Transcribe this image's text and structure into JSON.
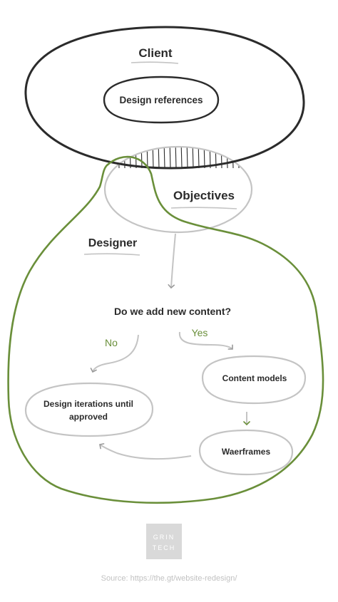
{
  "diagram": {
    "client": "Client",
    "design_references": "Design references",
    "objectives": "Objectives",
    "designer": "Designer",
    "question": "Do we add new content?",
    "no": "No",
    "yes": "Yes",
    "design_iterations_line1": "Design iterations until",
    "design_iterations_line2": "approved",
    "content_models": "Content models",
    "waerframes": "Waerframes"
  },
  "logo": {
    "line1": "GRIN",
    "line2": "TECH"
  },
  "source": "Source: https://the.gt/website-redesign/",
  "colors": {
    "ink": "#2b2b2b",
    "gray": "#c4c4c4",
    "green": "#6a8f3a",
    "logo_bg": "#d9d9d9"
  }
}
